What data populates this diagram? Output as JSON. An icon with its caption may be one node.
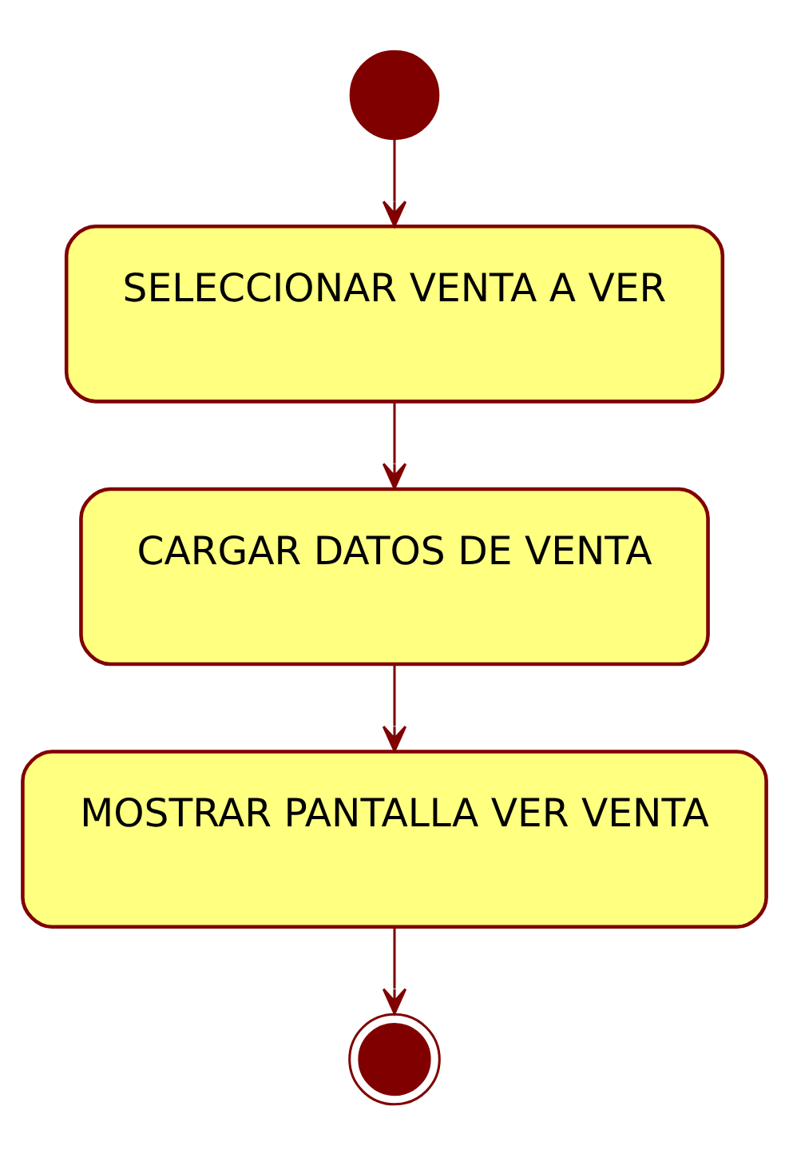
{
  "diagram": {
    "nodes": [
      {
        "text": [],
        "shape": "circle"
      },
      {
        "text": [
          "SELECCIONAR VENTA A VER"
        ]
      },
      {
        "text": [
          "CARGAR DATOS DE VENTA"
        ]
      },
      {
        "text": [
          "MOSTRAR PANTALLA VER VENTA"
        ]
      },
      {
        "text": [],
        "shape": "bullseye"
      }
    ],
    "edges": [
      {
        "from": 0,
        "to": 1,
        "arrow": "to"
      },
      {
        "from": 1,
        "to": 2,
        "arrow": "to"
      },
      {
        "from": 2,
        "to": 3,
        "arrow": "to"
      },
      {
        "from": 3,
        "to": 4,
        "arrow": "to"
      }
    ]
  }
}
